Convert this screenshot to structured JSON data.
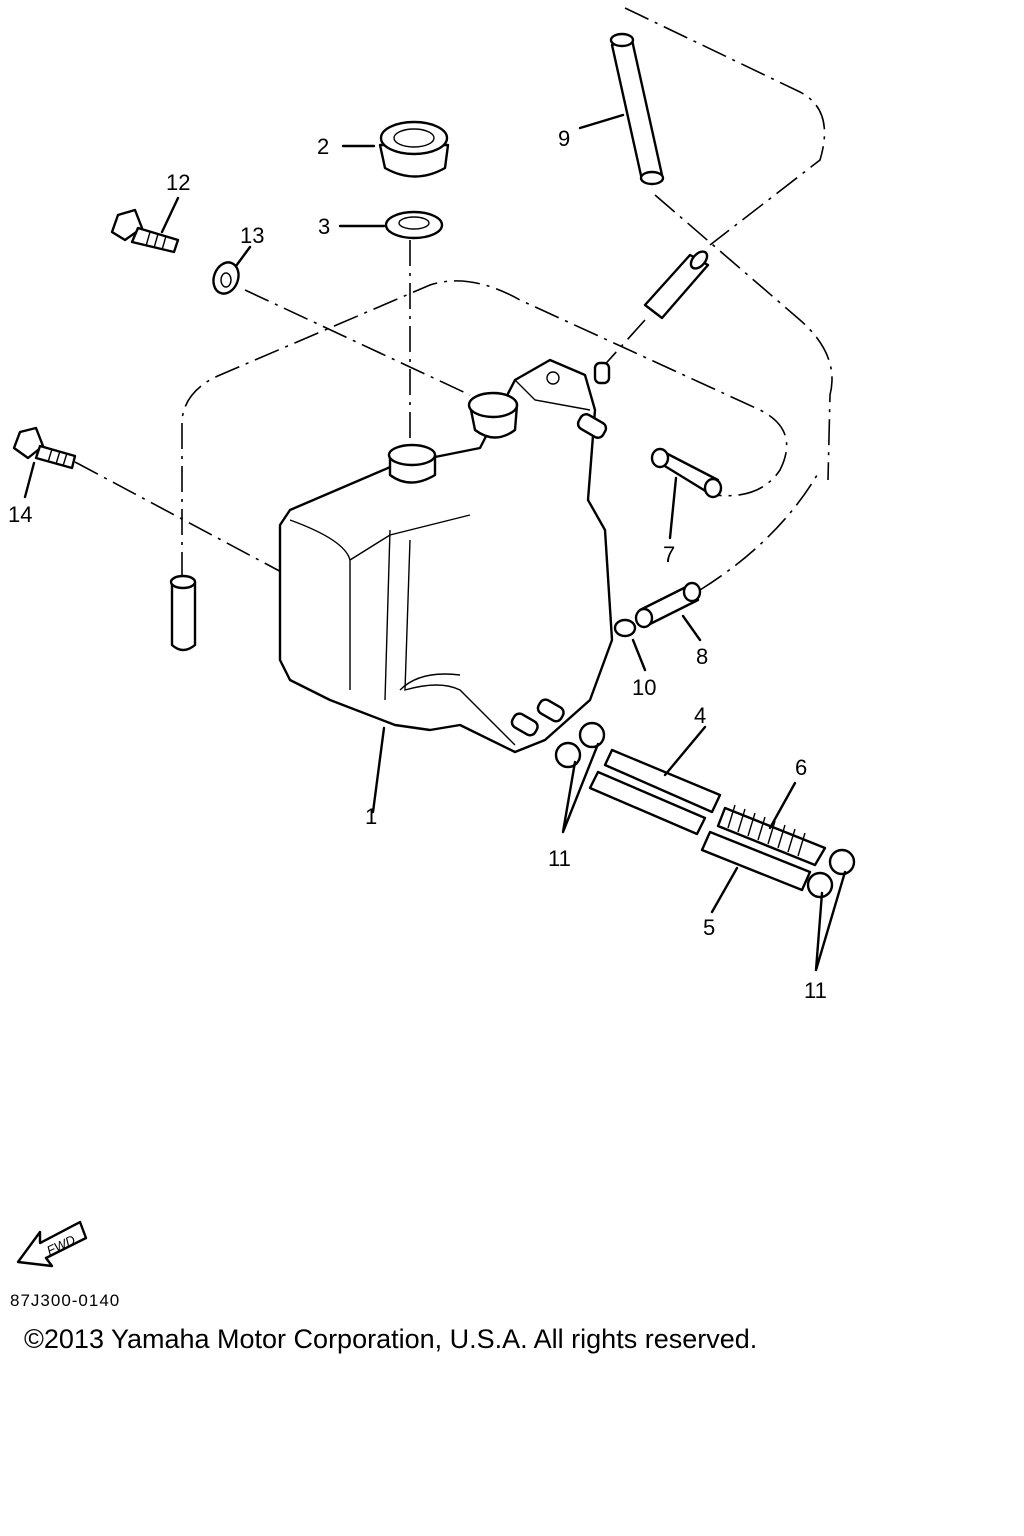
{
  "callouts": {
    "c1": "1",
    "c2": "2",
    "c3": "3",
    "c4": "4",
    "c5": "5",
    "c6": "6",
    "c7": "7",
    "c8": "8",
    "c9": "9",
    "c10": "10",
    "c11a": "11",
    "c11b": "11",
    "c12": "12",
    "c13": "13",
    "c14": "14"
  },
  "fwd_label": "FWD",
  "drawing_code": "87J300-0140",
  "copyright": "©2013 Yamaha Motor Corporation, U.S.A. All rights reserved."
}
